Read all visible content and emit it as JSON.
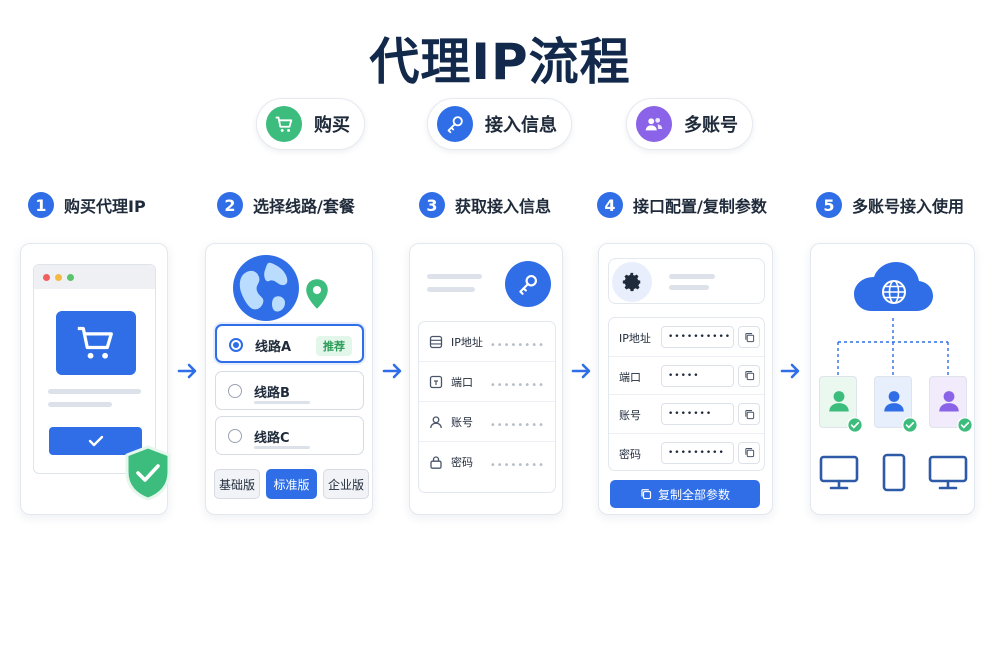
{
  "title": "代理IP流程",
  "pills": [
    {
      "label": "购买",
      "icon": "cart-icon",
      "color": "#3dbd7d"
    },
    {
      "label": "接入信息",
      "icon": "key-icon",
      "color": "#2f6ee6"
    },
    {
      "label": "多账号",
      "icon": "users-icon",
      "color": "#8a63e8"
    }
  ],
  "steps": [
    {
      "num": "1",
      "label": "购买代理IP"
    },
    {
      "num": "2",
      "label": "选择线路/套餐"
    },
    {
      "num": "3",
      "label": "获取接入信息"
    },
    {
      "num": "4",
      "label": "接口配置/复制参数"
    },
    {
      "num": "5",
      "label": "多账号接入使用"
    }
  ],
  "routes": [
    {
      "label": "线路A",
      "badge": "推荐"
    },
    {
      "label": "线路B"
    },
    {
      "label": "线路C"
    }
  ],
  "plans": [
    "基础版",
    "标准版",
    "企业版"
  ],
  "info_fields": [
    {
      "label": "IP地址",
      "value": "••••••••"
    },
    {
      "label": "端口",
      "value": "••••••••"
    },
    {
      "label": "账号",
      "value": "••••••••"
    },
    {
      "label": "密码",
      "value": "••••••••"
    }
  ],
  "params": [
    {
      "label": "IP地址",
      "value": "••••••••••"
    },
    {
      "label": "端口",
      "value": "•••••"
    },
    {
      "label": "账号",
      "value": "•••••••"
    },
    {
      "label": "密码",
      "value": "•••••••••"
    }
  ],
  "copy_all_label": "复制全部参数",
  "colors": {
    "primary": "#2f6ee6",
    "green": "#3dbd7d",
    "purple": "#8a63e8",
    "title": "#13294b"
  }
}
